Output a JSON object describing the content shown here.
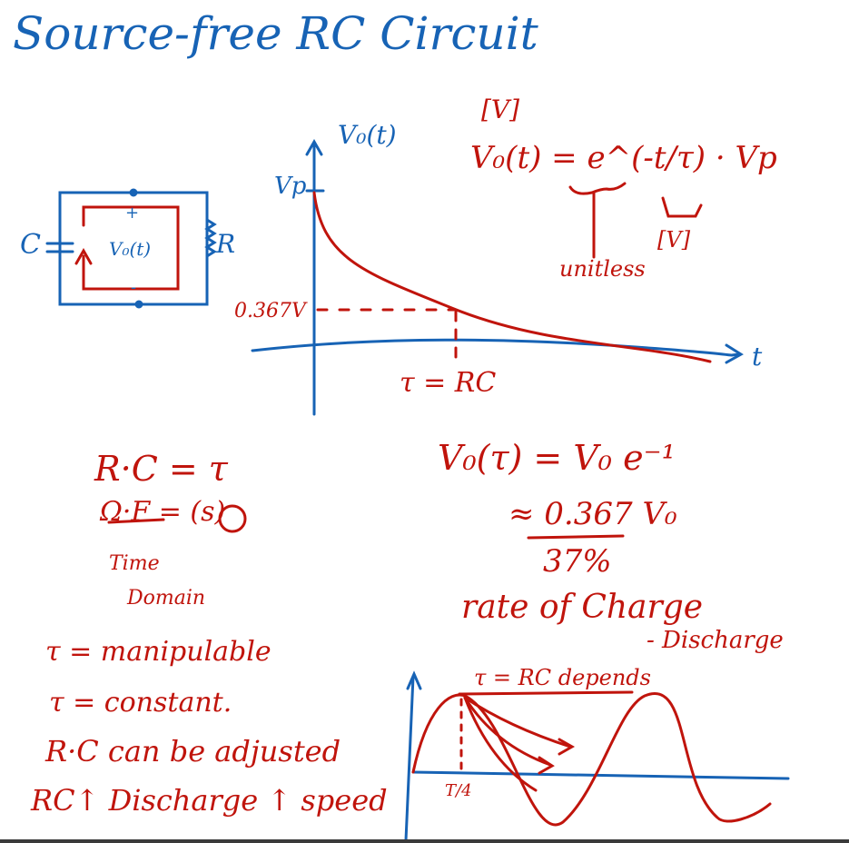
{
  "title": "Source-free RC Circuit",
  "circuit": {
    "capacitor_label": "C",
    "resistor_label": "R",
    "voltage_label": "V₀(t)",
    "plus_sign": "+",
    "minus_sign": "-"
  },
  "graph": {
    "y_axis_label": "V₀(t)",
    "x_axis_label": "t",
    "vp_tick_label": "Vp",
    "level_label": "0.367V",
    "tau_label": "τ = RC"
  },
  "formula": {
    "unit_top": "[V]",
    "equation": "V₀(t) = e^(-t/τ) · Vp",
    "unitless_note": "unitless",
    "unit_right": "[V]"
  },
  "notes_left": {
    "rc_expression": "R·C = τ",
    "units": "Ω·F = (s)",
    "time_domain": [
      "Time",
      "Domain"
    ],
    "lines": [
      "τ = manipulable",
      "τ = constant.",
      "R·C can be adjusted",
      "RC↑ Discharge ↑ speed"
    ]
  },
  "notes_right": {
    "line1": "V₀(τ) = V₀ e⁻¹",
    "line2": "≈ 0.367 V₀",
    "line3": "37%",
    "line4": "rate of Charge",
    "line5": "- Discharge"
  },
  "sine_sketch": {
    "caption": "τ = RC depends",
    "tick_label": "T/4"
  },
  "colors": {
    "blue_ink": "#1763b5",
    "red_ink": "#c0140c"
  }
}
